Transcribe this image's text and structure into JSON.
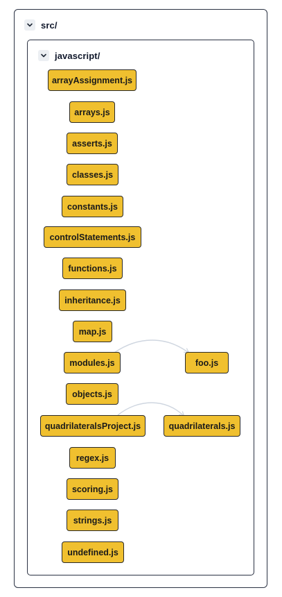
{
  "colors": {
    "node_fill": "#f0c02f",
    "node_border": "#2a2a2a",
    "folder_border": "#2a3142",
    "edge": "#cfd6e0"
  },
  "root": {
    "name": "src/",
    "toggle_icon": "chevron-down-icon"
  },
  "folder": {
    "name": "javascript/",
    "toggle_icon": "chevron-down-icon"
  },
  "files": [
    "arrayAssignment.js",
    "arrays.js",
    "asserts.js",
    "classes.js",
    "constants.js",
    "controlStatements.js",
    "functions.js",
    "inheritance.js",
    "map.js",
    "modules.js",
    "foo.js",
    "objects.js",
    "quadrilateralsProject.js",
    "quadrilaterals.js",
    "regex.js",
    "scoring.js",
    "strings.js",
    "undefined.js"
  ],
  "dependencies": [
    {
      "from": "modules.js",
      "to": "foo.js"
    },
    {
      "from": "quadrilateralsProject.js",
      "to": "quadrilaterals.js"
    }
  ]
}
